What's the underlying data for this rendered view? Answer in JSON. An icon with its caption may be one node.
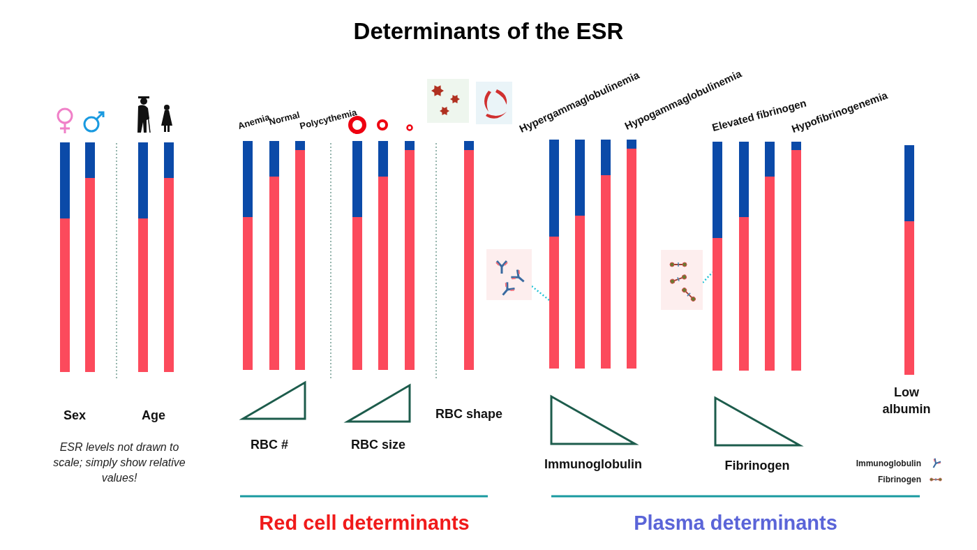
{
  "diagram": {
    "title": "Determinants of the ESR",
    "nodes": [
      {
        "text": [],
        "shape": "bar"
      },
      {
        "text": [],
        "shape": "bar"
      },
      {
        "text": [],
        "shape": "bar"
      },
      {
        "text": [],
        "shape": "bar"
      },
      {
        "text": [],
        "shape": "bar"
      },
      {
        "text": [],
        "shape": "bar"
      },
      {
        "text": [],
        "shape": "bar"
      },
      {
        "text": [],
        "shape": "bar"
      },
      {
        "text": [],
        "shape": "bar"
      },
      {
        "text": [],
        "shape": "bar"
      },
      {
        "text": [],
        "shape": "bar"
      },
      {
        "text": [],
        "shape": "picture"
      },
      {
        "text": [],
        "shape": "bar"
      },
      {
        "text": [],
        "shape": "bar"
      },
      {
        "text": [],
        "shape": "bar"
      },
      {
        "text": [],
        "shape": "bar"
      },
      {
        "text": [],
        "shape": "picture"
      },
      {
        "text": [],
        "shape": "bar"
      },
      {
        "text": [],
        "shape": "bar"
      },
      {
        "text": [],
        "shape": "bar"
      },
      {
        "text": [],
        "shape": "bar"
      },
      {
        "text": [],
        "shape": "bar"
      }
    ],
    "edges": [
      {
        "from": 11,
        "to": 12,
        "arrow": "none",
        "style": "dashed"
      },
      {
        "from": 16,
        "to": 17,
        "arrow": "none",
        "style": "dashed"
      }
    ],
    "labels": [
      "Anemia",
      "Normal",
      "Polycythemia",
      "Hypergammaglobulinemia",
      "Hypogammaglobulinemia",
      "Elevated fibrinogen",
      "Hypofibrinogenemia",
      "Sex",
      "Age",
      "RBC shape",
      "Low albumin",
      "RBC #",
      "RBC size",
      "ESR levels not drawn to scale; simply show relative values!",
      "Immunoglobulin",
      "Fibrinogen",
      "Red cell determinants",
      "Plasma determinants"
    ],
    "legend": [
      {
        "text": "Immunoglobulin"
      },
      {
        "text": "Fibrinogen"
      }
    ]
  }
}
